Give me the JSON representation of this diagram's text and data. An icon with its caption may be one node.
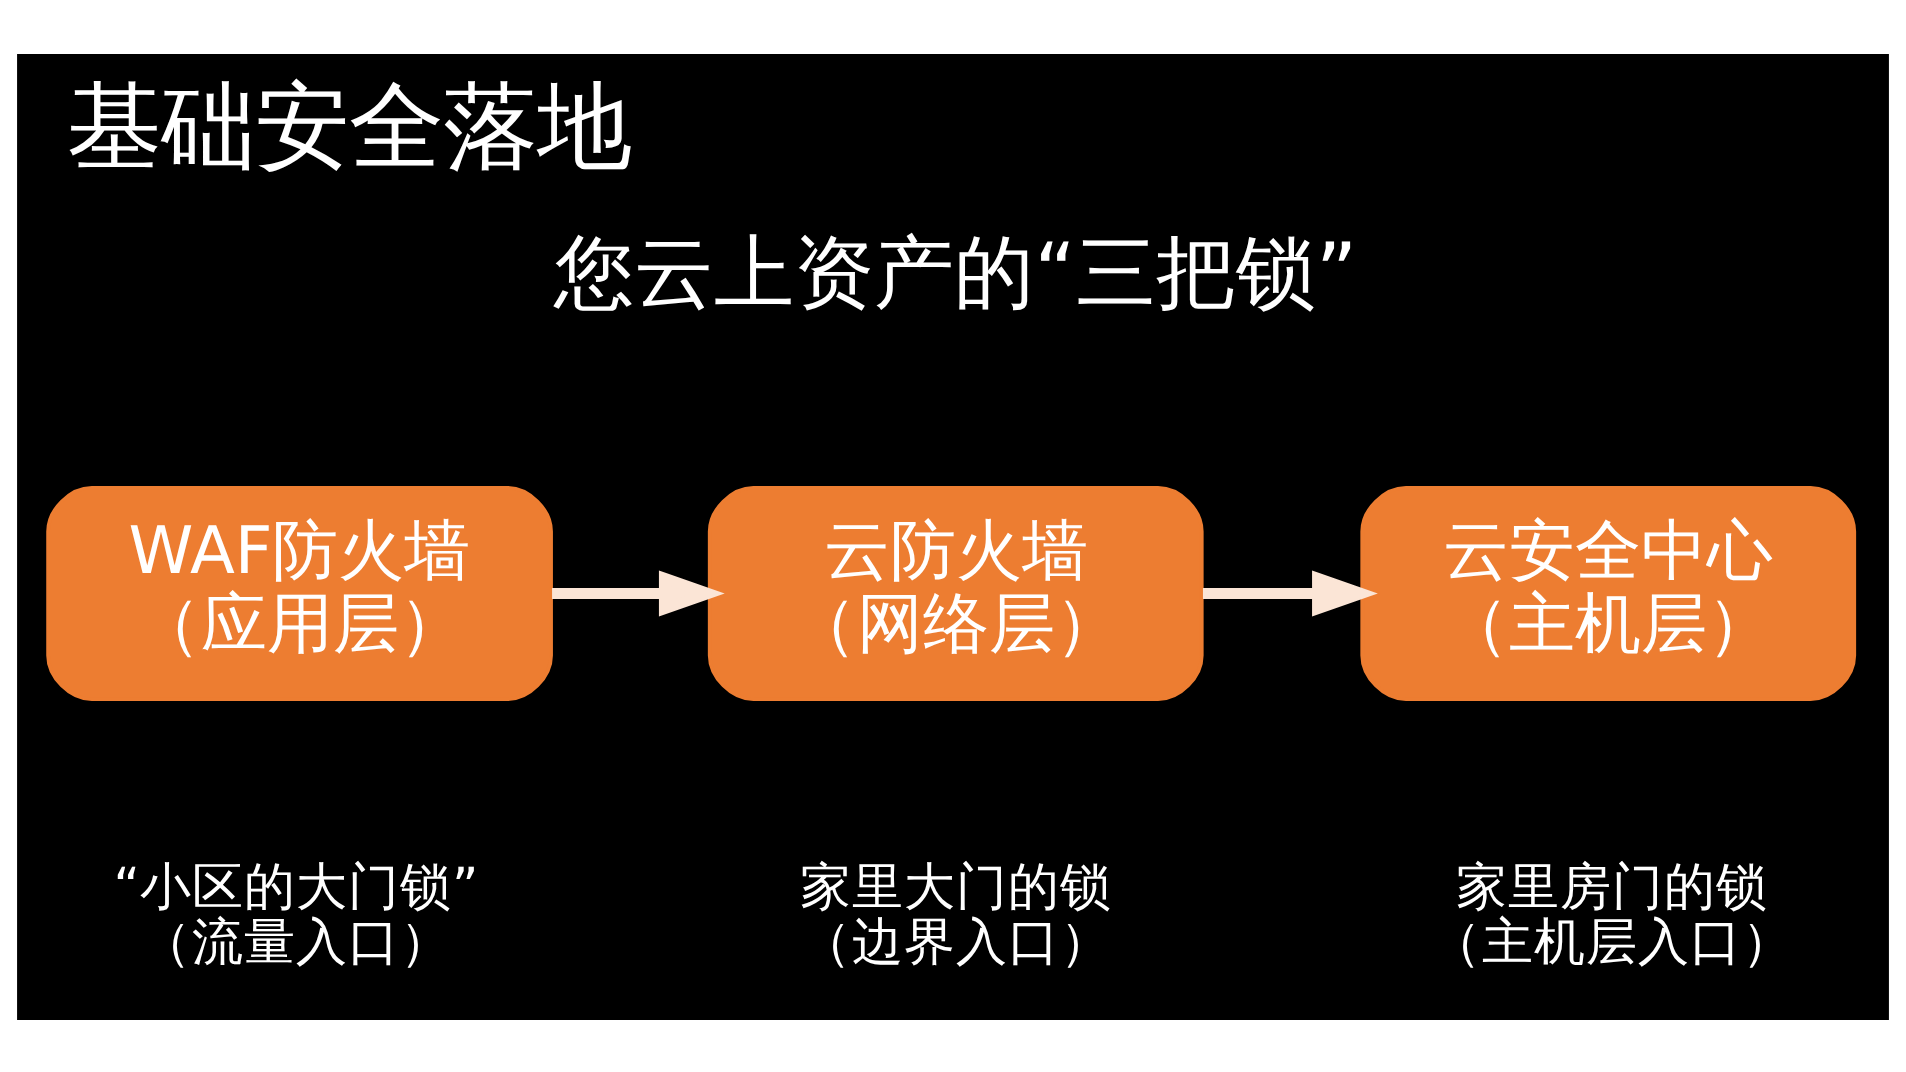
{
  "diagram": {
    "title": "基础安全落地",
    "nodes": [
      {
        "text": [
          "WAF防火墙",
          "（应用层）"
        ],
        "beside": [
          "“小区的大门锁”",
          "（流量入口）"
        ]
      },
      {
        "text": [
          "云防火墙",
          "（网络层）"
        ],
        "beside": [
          "家里大门的锁",
          "（边界入口）"
        ]
      },
      {
        "text": [
          "云安全中心",
          "（主机层）"
        ],
        "beside": [
          "家里房门的锁",
          "（主机层入口）"
        ]
      }
    ],
    "edges": [
      {
        "from": 0,
        "to": 1,
        "arrow": "to"
      },
      {
        "from": 1,
        "to": 2,
        "arrow": "to"
      }
    ],
    "labels": [
      "您云上资产的“三把锁”"
    ]
  }
}
